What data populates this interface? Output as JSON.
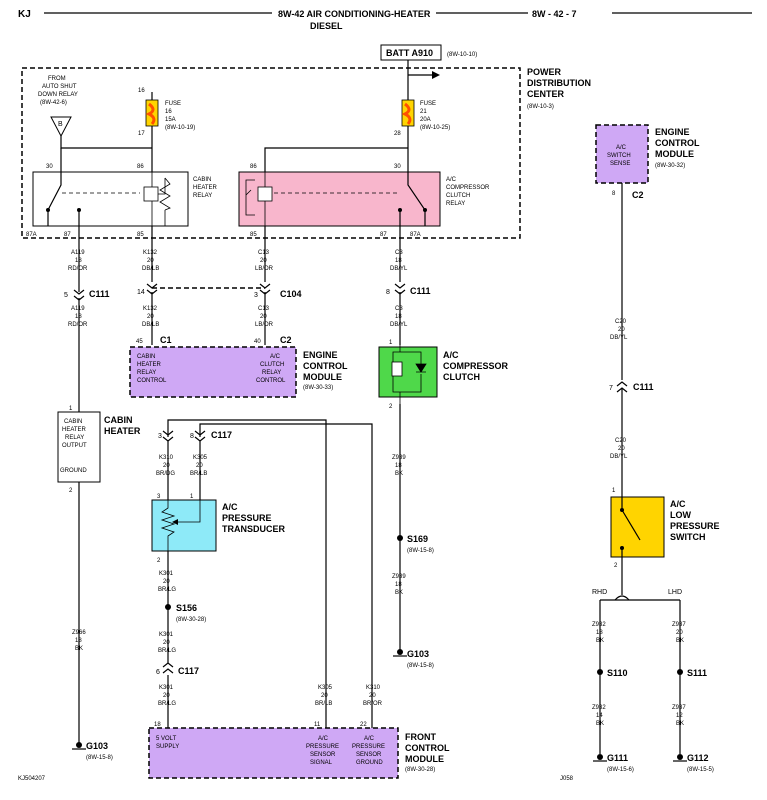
{
  "header": {
    "left": "KJ",
    "title": "8W-42 AIR CONDITIONING-HEATER",
    "subtitle": "DIESEL",
    "page": "8W - 42 - 7"
  },
  "batt": {
    "label": "BATT A910",
    "ref": "(8W-10-10)"
  },
  "pdc": {
    "l1": "POWER",
    "l2": "DISTRIBUTION",
    "l3": "CENTER",
    "ref": "(8W-10-3)"
  },
  "asd": {
    "l1": "FROM",
    "l2": "AUTO SHUT",
    "l3": "DOWN RELAY",
    "ref": "(8W-42-6)",
    "flag": "B"
  },
  "fuse16": {
    "pin_top": "16",
    "pin_bot": "17",
    "l1": "FUSE",
    "l2": "16",
    "l3": "15A",
    "ref": "(8W-10-19)"
  },
  "fuse21": {
    "pin_bot": "28",
    "l1": "FUSE",
    "l2": "21",
    "l3": "20A",
    "ref": "(8W-10-25)"
  },
  "cabin_relay": {
    "l1": "CABIN",
    "l2": "HEATER",
    "l3": "RELAY",
    "p30": "30",
    "p86": "86",
    "p87a": "87A",
    "p87": "87",
    "p85": "85"
  },
  "ac_relay": {
    "l1": "A/C",
    "l2": "COMPRESSOR",
    "l3": "CLUTCH",
    "l4": "RELAY",
    "p86": "86",
    "p30": "30",
    "p85": "85",
    "p87": "87",
    "p87a": "87A"
  },
  "wires": {
    "a119a": {
      "c": "A119",
      "g": "18",
      "col": "RD/OR"
    },
    "a119b": {
      "c": "A119",
      "g": "18",
      "col": "RD/OR"
    },
    "k132a": {
      "c": "K132",
      "g": "20",
      "col": "DB/LB"
    },
    "k132b": {
      "c": "K132",
      "g": "20",
      "col": "DB/LB"
    },
    "c13a": {
      "c": "C13",
      "g": "20",
      "col": "LB/OR"
    },
    "c13b": {
      "c": "C13",
      "g": "20",
      "col": "LB/OR"
    },
    "c3a": {
      "c": "C3",
      "g": "18",
      "col": "DB/YL"
    },
    "c3b": {
      "c": "C3",
      "g": "18",
      "col": "DB/YL"
    },
    "c20a": {
      "c": "C20",
      "g": "20",
      "col": "DB/YL"
    },
    "c20b": {
      "c": "C20",
      "g": "20",
      "col": "DB/YL"
    },
    "k310a": {
      "c": "K310",
      "g": "20",
      "col": "BR/DG"
    },
    "k305a": {
      "c": "K305",
      "g": "20",
      "col": "BR/LB"
    },
    "k301a": {
      "c": "K301",
      "g": "20",
      "col": "BR/LG"
    },
    "k301b": {
      "c": "K301",
      "g": "20",
      "col": "BR/LG"
    },
    "k301c": {
      "c": "K301",
      "g": "20",
      "col": "BR/LG"
    },
    "k305b": {
      "c": "K305",
      "g": "20",
      "col": "BR/LB"
    },
    "k310b": {
      "c": "K310",
      "g": "20",
      "col": "BR/OR"
    },
    "z966": {
      "c": "Z966",
      "g": "18",
      "col": "BK"
    },
    "z939a": {
      "c": "Z939",
      "g": "18",
      "col": "BK"
    },
    "z939b": {
      "c": "Z939",
      "g": "18",
      "col": "BK"
    },
    "z932a": {
      "c": "Z932",
      "g": "18",
      "col": "BK"
    },
    "z932b": {
      "c": "Z932",
      "g": "14",
      "col": "BK"
    },
    "z937a": {
      "c": "Z937",
      "g": "20",
      "col": "BK"
    },
    "z937b": {
      "c": "Z937",
      "g": "12",
      "col": "BK"
    }
  },
  "connectors": {
    "c111a": {
      "pin": "5",
      "name": "C111"
    },
    "c104": {
      "pin1": "14",
      "pin2": "3",
      "name": "C104"
    },
    "c111b": {
      "pin": "8",
      "name": "C111"
    },
    "c111c": {
      "pin": "7",
      "name": "C111"
    },
    "c117a": {
      "pin1": "3",
      "pin2": "8",
      "name": "C117"
    },
    "c117b": {
      "pin": "6",
      "name": "C117"
    }
  },
  "ecm_right": {
    "l1": "ENGINE",
    "l2": "CONTROL",
    "l3": "MODULE",
    "ref": "(8W-30-32)",
    "in1": "A/C",
    "in2": "SWITCH",
    "in3": "SENSE",
    "pin": "8",
    "conn": "C2"
  },
  "ecm_mid": {
    "l1": "ENGINE",
    "l2": "CONTROL",
    "l3": "MODULE",
    "ref": "(8W-30-33)",
    "pin_a": "45",
    "conn_a": "C1",
    "pin_b": "40",
    "conn_b": "C2",
    "a1": "CABIN",
    "a2": "HEATER",
    "a3": "RELAY",
    "a4": "CONTROL",
    "b1": "A/C",
    "b2": "CLUTCH",
    "b3": "RELAY",
    "b4": "CONTROL"
  },
  "clutch": {
    "l1": "A/C",
    "l2": "COMPRESSOR",
    "l3": "CLUTCH",
    "pin_top": "1",
    "pin_bot": "2"
  },
  "cabin_heater": {
    "l1": "CABIN",
    "l2": "HEATER",
    "in1": "CABIN",
    "in2": "HEATER",
    "in3": "RELAY",
    "in4": "OUTPUT",
    "in5": "GROUND",
    "pin_top": "1",
    "pin_bot": "2"
  },
  "transducer": {
    "l1": "A/C",
    "l2": "PRESSURE",
    "l3": "TRANSDUCER",
    "p1": "1",
    "p2": "2",
    "p3": "3"
  },
  "low_switch": {
    "l1": "A/C",
    "l2": "LOW",
    "l3": "PRESSURE",
    "l4": "SWITCH",
    "pin_top": "1",
    "pin_bot": "2"
  },
  "splices": {
    "s156": {
      "name": "S156",
      "ref": "(8W-30-28)"
    },
    "s169": {
      "name": "S169",
      "ref": "(8W-15-8)"
    },
    "s110": {
      "name": "S110"
    },
    "s111": {
      "name": "S111"
    }
  },
  "grounds": {
    "g103a": {
      "name": "G103",
      "ref": "(8W-15-8)"
    },
    "g103b": {
      "name": "G103",
      "ref": "(8W-15-8)"
    },
    "g111": {
      "name": "G111",
      "ref": "(8W-15-6)"
    },
    "g112": {
      "name": "G112",
      "ref": "(8W-15-5)"
    }
  },
  "branch": {
    "left": "RHD",
    "right": "LHD"
  },
  "fcm": {
    "l1": "FRONT",
    "l2": "CONTROL",
    "l3": "MODULE",
    "ref": "(8W-30-28)",
    "p1": "18",
    "p2": "11",
    "p3": "22",
    "a1": "5 VOLT",
    "a2": "SUPPLY",
    "b1": "A/C",
    "b2": "PRESSURE",
    "b3": "SENSOR",
    "b4": "SIGNAL",
    "c1": "A/C",
    "c2": "PRESSURE",
    "c3": "SENSOR",
    "c4": "GROUND"
  },
  "footer": {
    "left": "KJ504207",
    "right": "J058"
  },
  "colors": {
    "fuse": "#ffd400",
    "fuse_hot": "#ff5000",
    "relay_pink": "#f8b6cc",
    "module_purple": "#cfa8f5",
    "clutch_green": "#4fd84a",
    "transducer_cyan": "#8eeaf8",
    "switch_yellow": "#ffd400"
  }
}
